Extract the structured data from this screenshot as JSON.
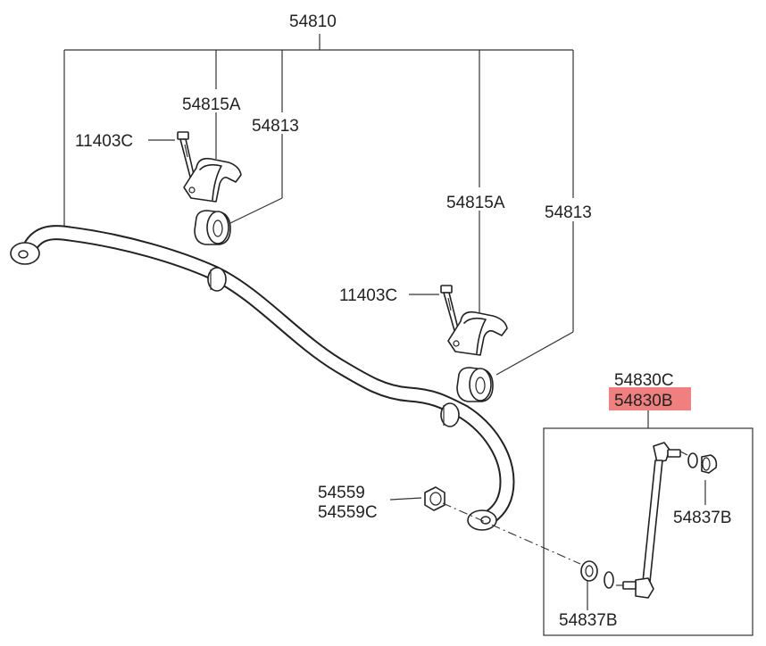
{
  "diagram": {
    "title": "Front stabilizer bar assembly",
    "highlight_color": "#f08080",
    "labels": {
      "assembly": "54810",
      "bracket_left": "54815A",
      "bushing_left": "54813",
      "bolt_left": "11403C",
      "bracket_right": "54815A",
      "bushing_right": "54813",
      "bolt_right": "11403C",
      "link_a": "54830C",
      "link_b": "54830B",
      "nut_a": "54559",
      "nut_b": "54559C",
      "cap_right": "54837B",
      "cap_bottom": "54837B"
    }
  }
}
